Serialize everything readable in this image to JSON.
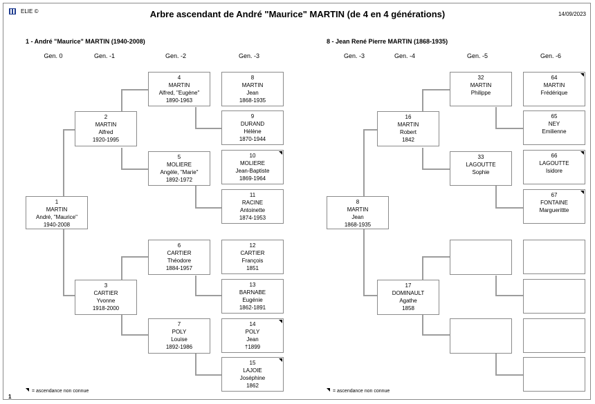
{
  "header": {
    "app_name": "ELIE ©",
    "title": "Arbre ascendant de André \"Maurice\" MARTIN (de 4 en 4 générations)",
    "date": "14/09/2023"
  },
  "left": {
    "section_title": "1 - André \"Maurice\" MARTIN (1940-2008)",
    "generations": [
      "Gen. 0",
      "Gen. -1",
      "Gen. -2",
      "Gen. -3"
    ],
    "legend": "= ascendance non connue"
  },
  "right": {
    "section_title": "8 - Jean René Pierre MARTIN (1868-1935)",
    "generations": [
      "Gen. -3",
      "Gen. -4",
      "Gen. -5",
      "Gen. -6"
    ],
    "legend": "= ascendance non connue"
  },
  "people": {
    "p1": [
      "1",
      "MARTIN",
      "André, \"Maurice\"",
      "1940-2008"
    ],
    "p2": [
      "2",
      "MARTIN",
      "Alfred",
      "1920-1995"
    ],
    "p3": [
      "3",
      "CARTIER",
      "Yvonne",
      "1918-2000"
    ],
    "p4": [
      "4",
      "MARTIN",
      "Alfred, \"Eugène\"",
      "1890-1963"
    ],
    "p5": [
      "5",
      "MOLIERE",
      "Angèle, \"Marie\"",
      "1892-1972"
    ],
    "p6": [
      "6",
      "CARTIER",
      "Théodore",
      "1884-1957"
    ],
    "p7": [
      "7",
      "POLY",
      "Louise",
      "1892-1986"
    ],
    "p8": [
      "8",
      "MARTIN",
      "Jean",
      "1868-1935"
    ],
    "p9": [
      "9",
      "DURAND",
      "Hélène",
      "1870-1944"
    ],
    "p10": [
      "10",
      "MOLIERE",
      "Jean-Baptiste",
      "1869-1964"
    ],
    "p11": [
      "11",
      "RACINE",
      "Antoinette",
      "1874-1953"
    ],
    "p12": [
      "12",
      "CARTIER",
      "François",
      "1851"
    ],
    "p13": [
      "13",
      "BARNABE",
      "Eugénie",
      "1862-1891"
    ],
    "p14": [
      "14",
      "POLY",
      "Jean",
      "†1899"
    ],
    "p15": [
      "15",
      "LAJOIE",
      "Joséphine",
      "1862"
    ],
    "r8": [
      "8",
      "MARTIN",
      "Jean",
      "1868-1935"
    ],
    "r16": [
      "16",
      "MARTIN",
      "Robert",
      "1842"
    ],
    "r17": [
      "17",
      "DOMINAULT",
      "Agathe",
      "1858"
    ],
    "r32": [
      "32",
      "MARTIN",
      "Philippe"
    ],
    "r33": [
      "33",
      "LAGOUTTE",
      "Sophie"
    ],
    "r64": [
      "64",
      "MARTIN",
      "Frédérique"
    ],
    "r65": [
      "65",
      "NEY",
      "Emilienne"
    ],
    "r66": [
      "66",
      "LAGOUTTE",
      "Isidore"
    ],
    "r67": [
      "67",
      "FONTAINE",
      "Marguerittte"
    ]
  },
  "unknown_ancestry": [
    "p10",
    "p14",
    "p15",
    "r64",
    "r66",
    "r67"
  ],
  "page_number": "1"
}
